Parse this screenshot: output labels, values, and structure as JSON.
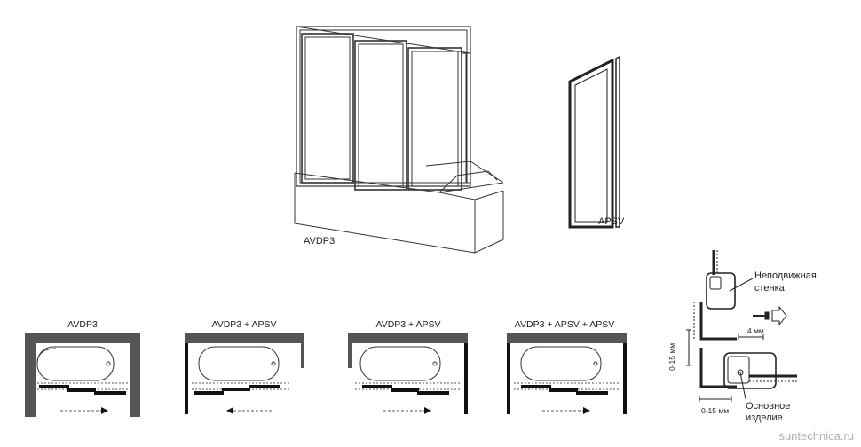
{
  "product_labels": {
    "main": "AVDP3",
    "panel": "APSV"
  },
  "plans": [
    {
      "title": "AVDP3"
    },
    {
      "title": "AVDP3 + APSV"
    },
    {
      "title": "AVDP3 + APSV"
    },
    {
      "title": "AVDP3 + APSV + APSV"
    }
  ],
  "detail": {
    "fixed_wall": "Неподвижная\nстенка",
    "gap_top": "4 мм",
    "gap_side": "0-15 мм",
    "gap_bottom": "0-15 мм",
    "main_product": "Основное\nизделие"
  },
  "watermark": "suntechnica.ru"
}
